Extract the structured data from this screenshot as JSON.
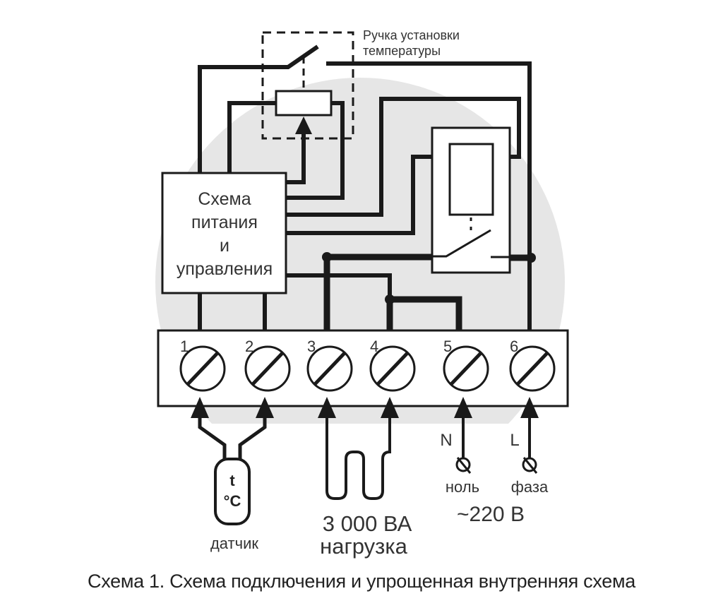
{
  "knob_label": [
    "Ручка установки",
    "температуры"
  ],
  "control_block": [
    "Схема",
    "питания",
    "и",
    "управления"
  ],
  "terminals": [
    "1",
    "2",
    "3",
    "4",
    "5",
    "6"
  ],
  "sensor": {
    "symbol_top": "t",
    "symbol_bottom": "°C",
    "label": "датчик"
  },
  "load": {
    "power": "3 000 ВА",
    "label": "нагрузка"
  },
  "mains": {
    "neutral_letter": "N",
    "phase_letter": "L",
    "neutral_label": "ноль",
    "phase_label": "фаза",
    "voltage": "~220 В"
  },
  "caption": "Схема 1. Схема подключения и упрощенная внутренняя схема",
  "colors": {
    "wire": "#1a1a1a",
    "background_circle": "#e6e6e6",
    "text": "#333333"
  }
}
